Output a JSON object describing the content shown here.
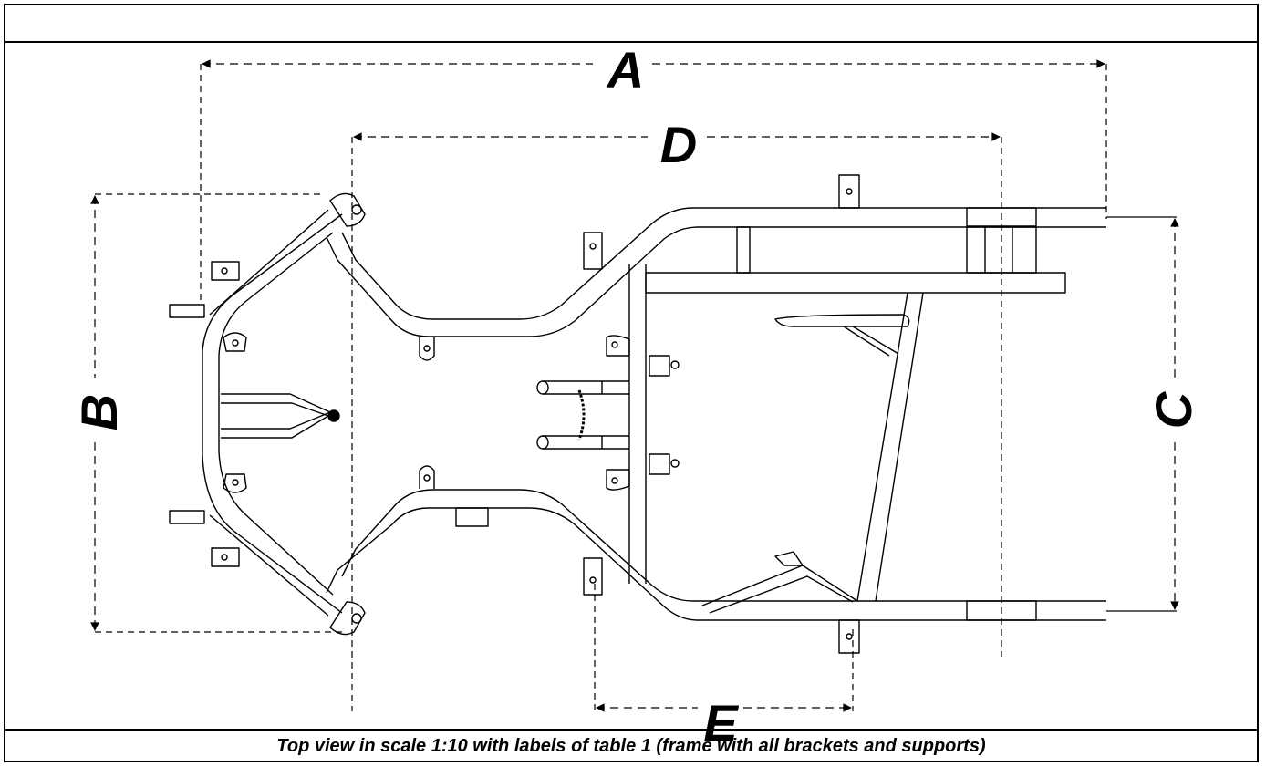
{
  "drawing": {
    "labels": {
      "a": "A",
      "b": "B",
      "c": "C",
      "d": "D",
      "e": "E"
    }
  },
  "caption": "Top view in scale 1:10 with labels of table 1 (frame with all brackets and supports)"
}
